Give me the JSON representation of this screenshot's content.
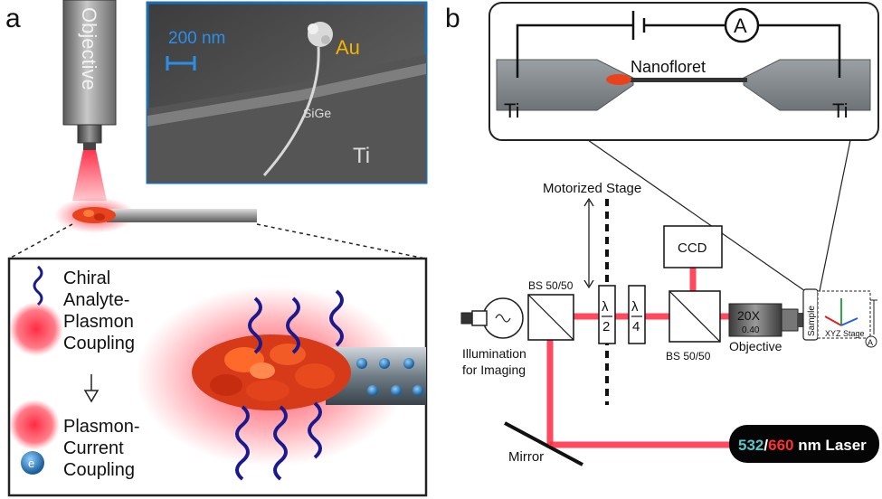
{
  "panel_a": {
    "letter": "a",
    "objective_label": "Objective",
    "sem": {
      "scale_bar": "200 nm",
      "au_label": "Au",
      "sige_label": "SiGe",
      "ti_label": "Ti"
    },
    "inset": {
      "line1": [
        "Chiral",
        "Analyte-",
        "Plasmon",
        "Coupling"
      ],
      "arrow": "↓",
      "line2": [
        "Plasmon-",
        "Current",
        "Coupling"
      ],
      "electron": "e"
    }
  },
  "panel_b": {
    "letter": "b",
    "circuit": {
      "ammeter": "A",
      "nanofloret": "Nanofloret",
      "ti_left": "Ti",
      "ti_right": "Ti"
    },
    "motorized_stage": "Motorized Stage",
    "ccd": "CCD",
    "bs_left": "BS 50/50",
    "bs_right": "BS 50/50",
    "half_wave": {
      "num": "λ",
      "den": "2"
    },
    "quarter_wave": {
      "num": "λ",
      "den": "4"
    },
    "objective_mag": "20X",
    "objective_na": "0.40",
    "objective_label": "Objective",
    "illumination": [
      "Illumination",
      "for Imaging"
    ],
    "mirror": "Mirror",
    "laser": {
      "green": "532",
      "slash": "/",
      "red": "660",
      "rest": " nm Laser"
    },
    "sample": "Sample",
    "xyz_stage": "XYZ Stage",
    "stage_meter": "A"
  },
  "colors": {
    "beam": "#ff2a44",
    "floret": "#e8431c",
    "sem_frame": "#1b6db5",
    "scale_bar": "#2b8fe8",
    "au_text": "#f4b400",
    "helix": "#1a1a8c",
    "laser_green": "#59c7c9",
    "laser_red": "#ff3030"
  }
}
